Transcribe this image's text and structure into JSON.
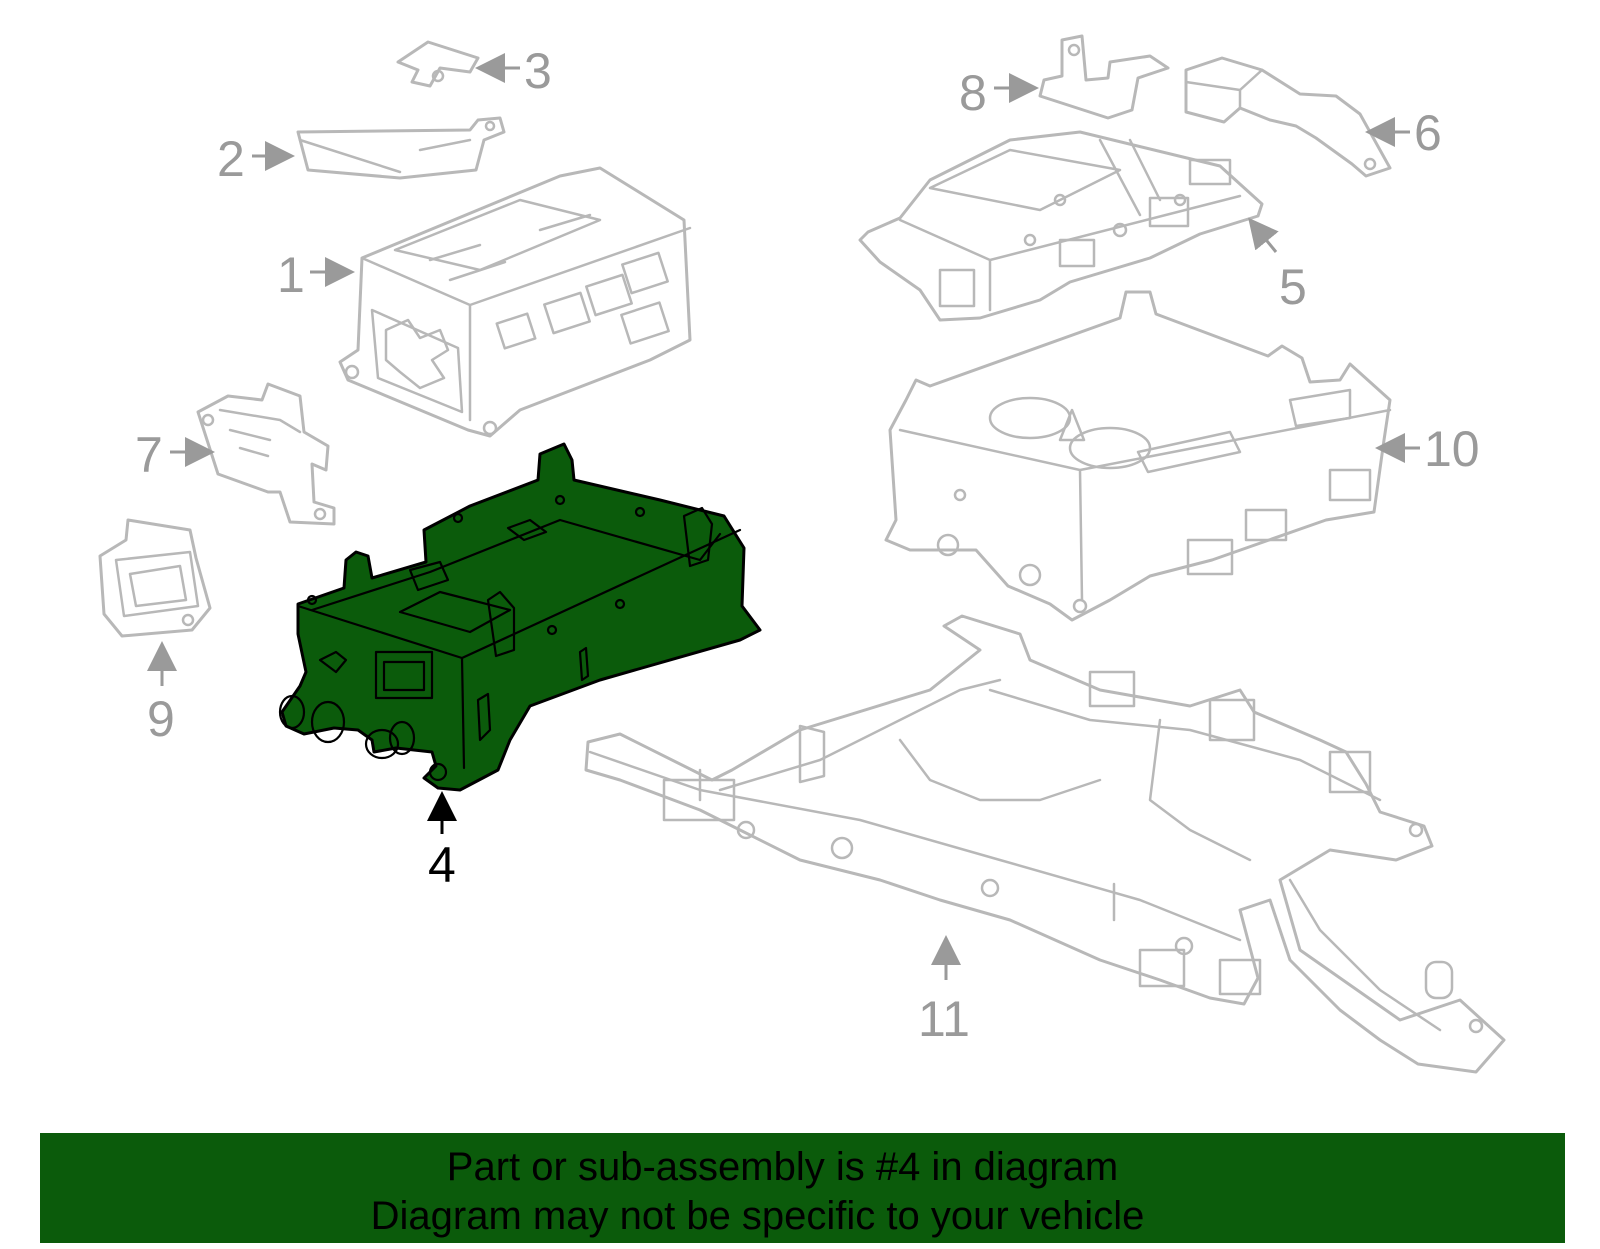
{
  "diagram": {
    "highlight_color": "#0b5b0b",
    "part_outline_color": "#b8b8b8",
    "callouts": [
      {
        "id": "1",
        "label": "1",
        "active": false
      },
      {
        "id": "2",
        "label": "2",
        "active": false
      },
      {
        "id": "3",
        "label": "3",
        "active": false
      },
      {
        "id": "4",
        "label": "4",
        "active": true
      },
      {
        "id": "5",
        "label": "5",
        "active": false
      },
      {
        "id": "6",
        "label": "6",
        "active": false
      },
      {
        "id": "7",
        "label": "7",
        "active": false
      },
      {
        "id": "8",
        "label": "8",
        "active": false
      },
      {
        "id": "9",
        "label": "9",
        "active": false
      },
      {
        "id": "10",
        "label": "10",
        "active": false
      },
      {
        "id": "11",
        "label": "11",
        "active": false
      }
    ]
  },
  "banner": {
    "background": "#0b5b0b",
    "line1": "Part or sub-assembly is #4 in diagram",
    "line2": "Diagram may not be specific to your vehicle"
  }
}
